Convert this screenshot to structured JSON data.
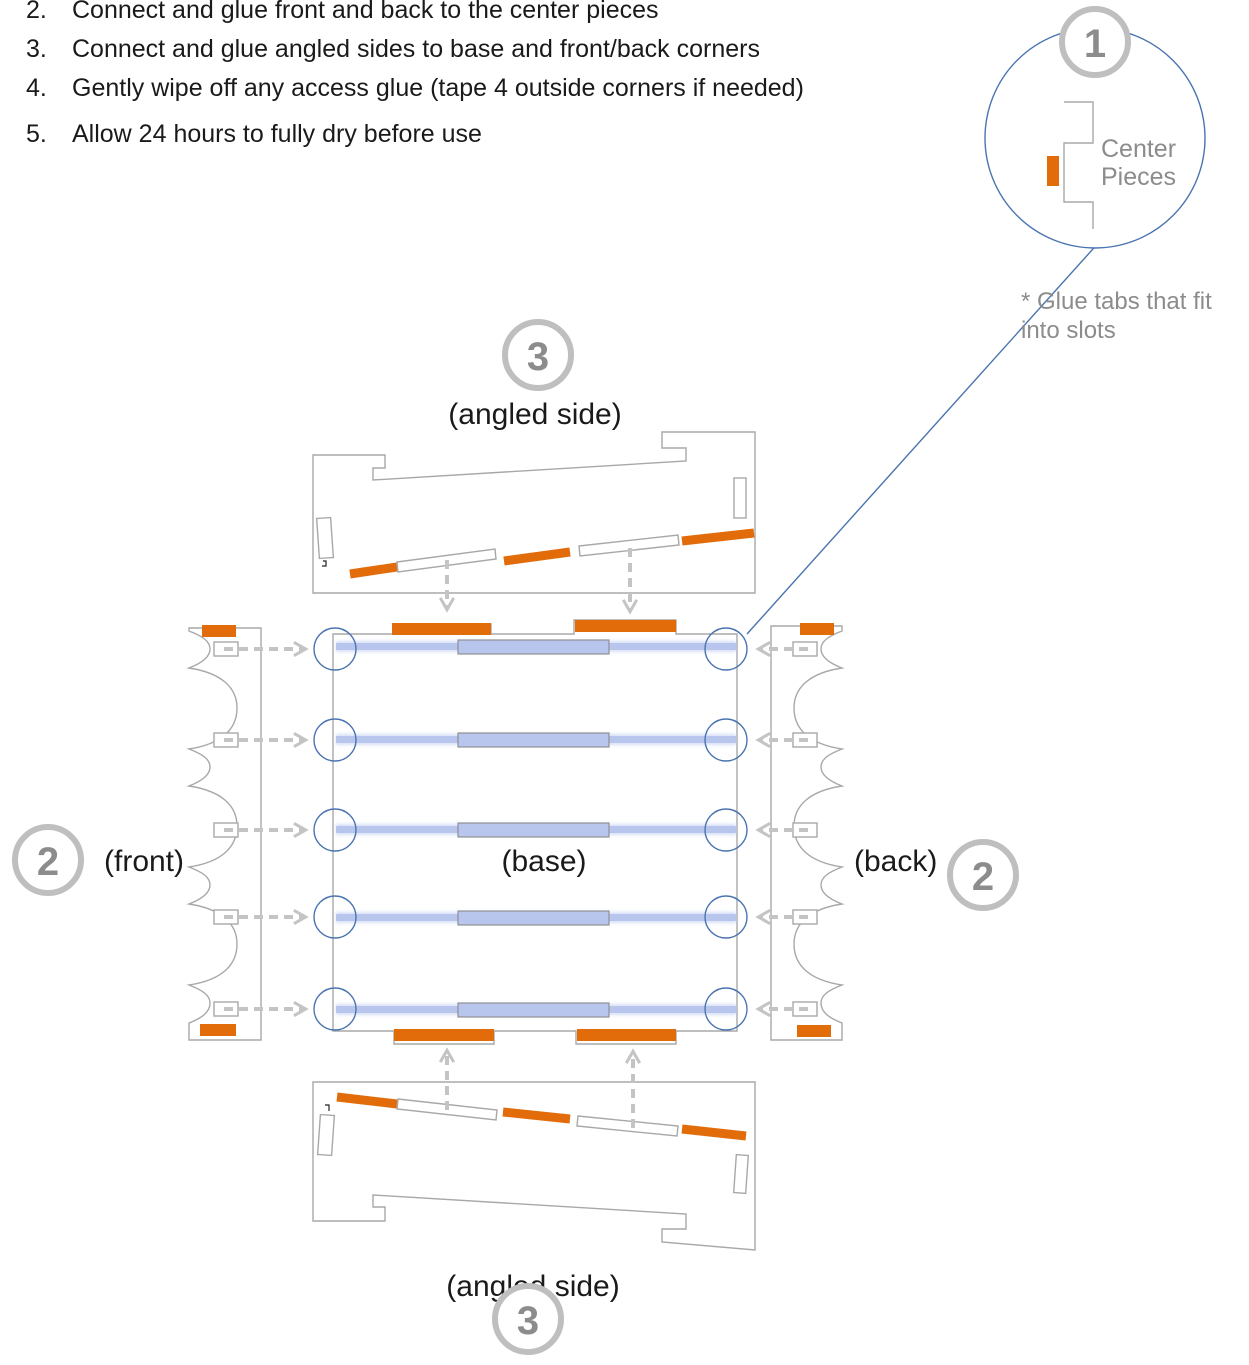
{
  "instructions": [
    {
      "number": "2.",
      "text": "Connect and glue front and back to the center pieces"
    },
    {
      "number": "3.",
      "text": "Connect and glue angled sides to base and front/back corners"
    },
    {
      "number": "4.",
      "text": "Gently wipe off any access glue (tape 4 outside corners if needed)"
    },
    {
      "number": "5.",
      "text": "Allow 24 hours to fully dry before use"
    }
  ],
  "detail": {
    "step": "1",
    "line1": "Center",
    "line2": "Pieces",
    "note_line1": "* Glue tabs that fit",
    "note_line2": "into slots"
  },
  "labels": {
    "top_step": "3",
    "top_side": "(angled side)",
    "bottom_step": "3",
    "bottom_side": "(angled side)",
    "front_step": "2",
    "front": "(front)",
    "base": "(base)",
    "back": "(back)",
    "back_step": "2"
  },
  "colors": {
    "glue": "#e36c0a",
    "center_piece": "#b8c6ee",
    "circle": "#4a74b0",
    "step_badge": "#bfbfbf",
    "arrow": "#c4c4c4"
  }
}
